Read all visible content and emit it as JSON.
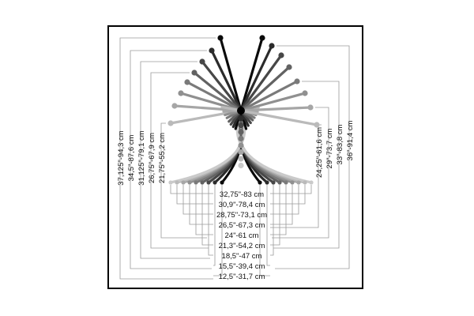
{
  "stool": {
    "left_stroke": "#5f5f5f",
    "right_stroke": "#2a2a2a",
    "ball_color": "#000000",
    "bar_colors": [
      "#0a0a0a",
      "#2b2b2b",
      "#474747",
      "#626262",
      "#7a7a7a",
      "#909090",
      "#a6a6a6",
      "#bababa",
      "#cacaca"
    ]
  },
  "dimensions": {
    "heights_left": [
      "37,125\"-94,3 cm",
      "34,5\"-87,6 cm",
      "31,125\"-79,1 cm",
      "26,75\"-67,9 cm",
      "21,75\"-55,2 cm"
    ],
    "heights_right": [
      "24,25\"-61,6 cm",
      "29\"-73,7 cm",
      "33\"-83,8 cm",
      "36\"-91,4 cm"
    ],
    "widths_bottom": [
      "32,75\"-83 cm",
      "30,9\"-78,4 cm",
      "28,75\"-73,1 cm",
      "26,5\"-67,3 cm",
      "24\"-61 cm",
      "21,3\"-54,2 cm",
      "18,5\"-47 cm",
      "15,5\"-39,4 cm",
      "12,5\"-31,7 cm"
    ]
  }
}
